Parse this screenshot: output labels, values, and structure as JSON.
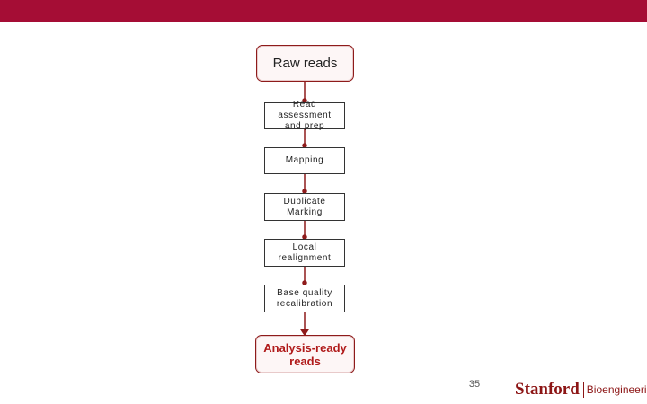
{
  "flow": {
    "start": "Raw reads",
    "steps": [
      "Read assessment and prep",
      "Mapping",
      "Duplicate Marking",
      "Local realignment",
      "Base quality recalibration"
    ],
    "end": "Analysis-ready reads"
  },
  "slide": {
    "page_number": "35"
  },
  "branding": {
    "logo_main": "Stanford",
    "logo_sub": "Bioengineering"
  },
  "colors": {
    "header_bar": "#a50d35",
    "connector": "#8e1b1b",
    "accent_text": "#b01a1a"
  }
}
